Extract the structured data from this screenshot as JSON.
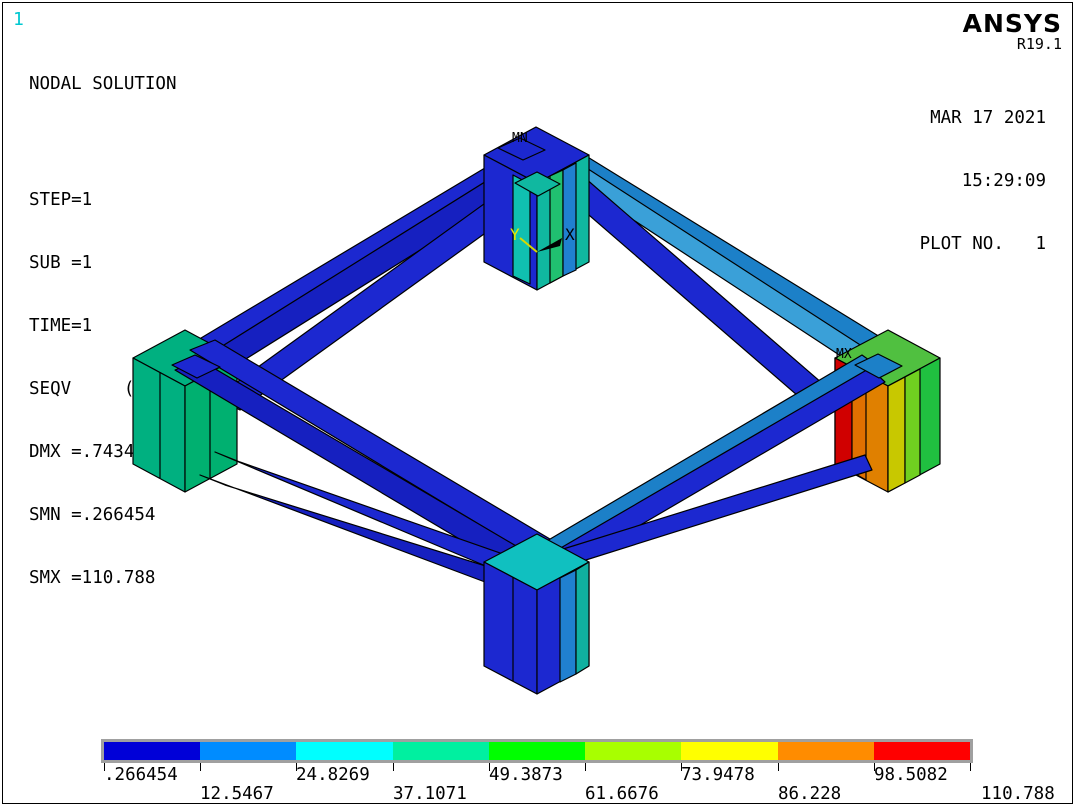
{
  "window_number": "1",
  "title": "NODAL SOLUTION",
  "info_lines": [
    "STEP=1",
    "SUB =1",
    "TIME=1",
    "SEQV     (AVG)",
    "DMX =.74344",
    "SMN =.266454",
    "SMX =110.788"
  ],
  "brand": {
    "name": "ANSYS",
    "version": "R19.1"
  },
  "meta": {
    "date": "MAR 17 2021",
    "time": "15:29:09",
    "plot_no": "PLOT NO.   1"
  },
  "triad": {
    "y": "Y",
    "x": "X"
  },
  "node_tags": {
    "mn_top": "MN",
    "mx_right": "MX"
  },
  "legend": {
    "colors": [
      "#0000d8",
      "#008cff",
      "#00ffff",
      "#00f0a0",
      "#00ff00",
      "#a8ff00",
      "#ffff00",
      "#ff8c00",
      "#ff0000"
    ],
    "upper_labels": [
      ".266454",
      "24.8269",
      "49.3873",
      "73.9478",
      "98.5082"
    ],
    "lower_labels": [
      "12.5467",
      "37.1071",
      "61.6676",
      "86.228",
      "110.788"
    ]
  },
  "colors": {
    "beam_blue": "#1c28d0",
    "column_teal": "#00b080",
    "background": "#ffffff"
  }
}
